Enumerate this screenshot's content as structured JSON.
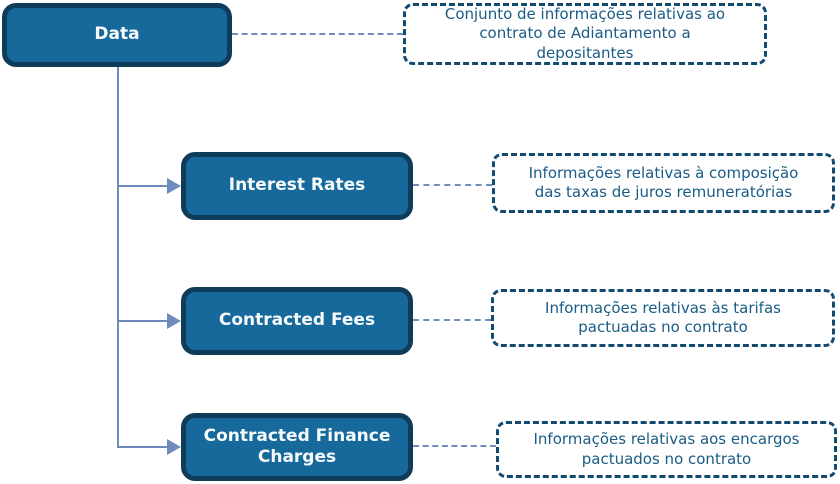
{
  "diagram": {
    "root": {
      "label": "Data",
      "description": "Conjunto de informações relativas ao\ncontrato de Adiantamento a\ndepositantes"
    },
    "children": [
      {
        "label": "Interest Rates",
        "description": "Informações relativas à composição\ndas taxas de juros remuneratórias"
      },
      {
        "label": "Contracted Fees",
        "description": "Informações relativas às tarifas\npactuadas no contrato"
      },
      {
        "label": "Contracted Finance\nCharges",
        "description": "Informações relativas aos encargos\npactuados no contrato"
      }
    ]
  },
  "colors": {
    "background": "#FFFFFF",
    "node_fill": "#17699B",
    "node_border": "#0E3C59",
    "node_text": "#F7FBFD",
    "callout_border": "#134A70",
    "callout_text": "#1A5C85",
    "connector": "#6E8CBE"
  }
}
